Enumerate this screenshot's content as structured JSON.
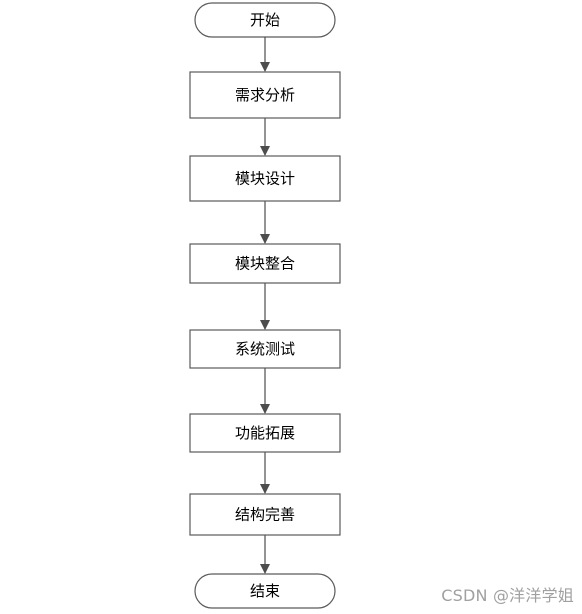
{
  "flowchart": {
    "start": "开始",
    "steps": [
      "需求分析",
      "模块设计",
      "模块整合",
      "系统测试",
      "功能拓展",
      "结构完善"
    ],
    "end": "结束"
  },
  "watermark": "CSDN @洋洋学姐",
  "colors": {
    "stroke": "#5a5a5a",
    "fill": "#ffffff",
    "text": "#000000",
    "watermark": "#a0a0a0"
  }
}
